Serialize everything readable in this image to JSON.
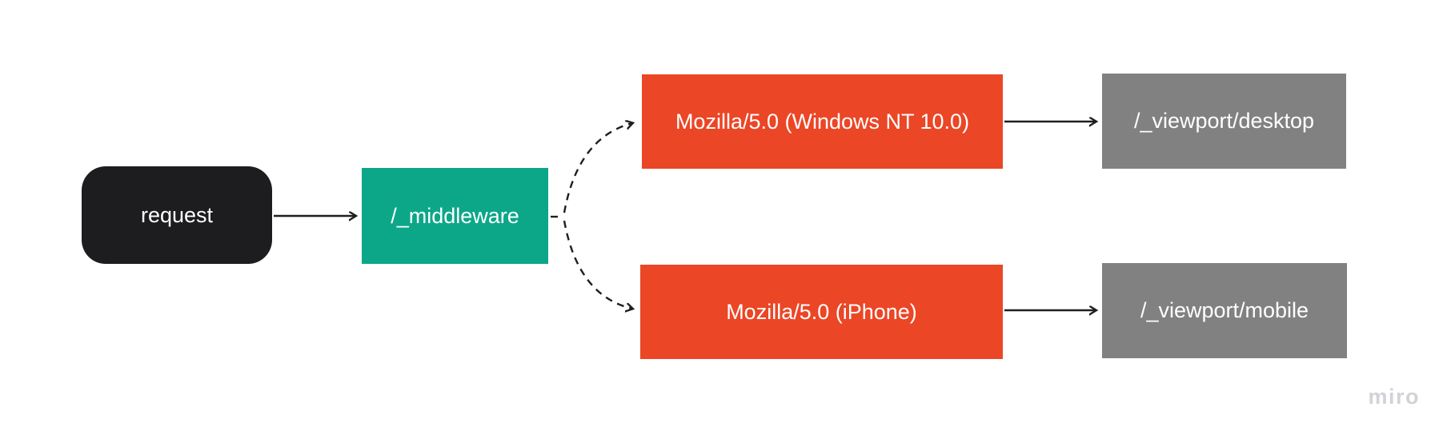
{
  "diagram": {
    "nodes": [
      {
        "id": "request",
        "label": "request",
        "fill": "#1d1d1f",
        "text_color": "#ffffff",
        "shape": "rounded-rectangle"
      },
      {
        "id": "middleware",
        "label": "/_middleware",
        "fill": "#0ca789",
        "text_color": "#ffffff",
        "shape": "rectangle"
      },
      {
        "id": "ua-windows",
        "label": "Mozilla/5.0 (Windows NT 10.0)",
        "fill": "#eb4626",
        "text_color": "#ffffff",
        "shape": "rectangle"
      },
      {
        "id": "ua-iphone",
        "label": "Mozilla/5.0 (iPhone)",
        "fill": "#eb4626",
        "text_color": "#ffffff",
        "shape": "rectangle"
      },
      {
        "id": "viewport-desktop",
        "label": "/_viewport/desktop",
        "fill": "#818181",
        "text_color": "#ffffff",
        "shape": "rectangle"
      },
      {
        "id": "viewport-mobile",
        "label": "/_viewport/mobile",
        "fill": "#818181",
        "text_color": "#ffffff",
        "shape": "rectangle"
      }
    ],
    "edges": [
      {
        "from": "request",
        "to": "middleware",
        "style": "solid"
      },
      {
        "from": "middleware",
        "to": "ua-windows",
        "style": "dashed"
      },
      {
        "from": "middleware",
        "to": "ua-iphone",
        "style": "dashed"
      },
      {
        "from": "ua-windows",
        "to": "viewport-desktop",
        "style": "solid"
      },
      {
        "from": "ua-iphone",
        "to": "viewport-mobile",
        "style": "solid"
      }
    ],
    "edge_color": "#1f1f1f"
  },
  "watermark": {
    "label": "miro",
    "color": "#d2d3d8"
  }
}
